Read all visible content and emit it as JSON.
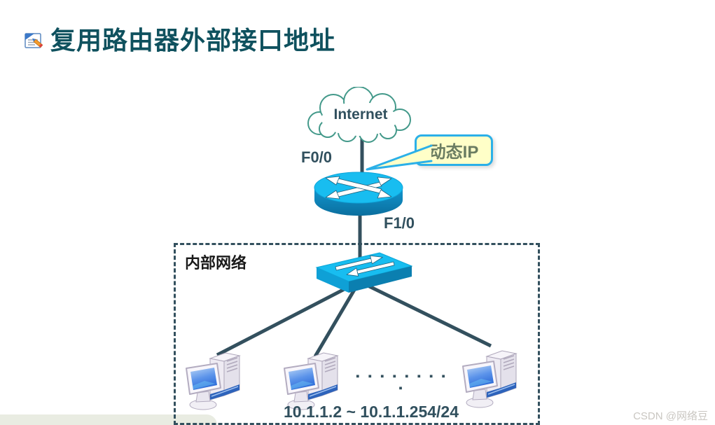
{
  "slide": {
    "title": "复用路由器外部接口地址",
    "watermark": "CSDN @网络豆"
  },
  "diagram": {
    "cloud_label": "Internet",
    "wan_interface_label": "F0/0",
    "lan_interface_label": "F1/0",
    "callout_label": "动态IP",
    "zone_label": "内部网络",
    "more_hosts_ellipsis": "▪ ▪ ▪ ▪ ▪ ▪ ▪ ▪ ▪",
    "ip_range_label": "10.1.1.2 ~ 10.1.1.254/24",
    "colors": {
      "title": "#0f515e",
      "label": "#31505e",
      "line": "#33505e",
      "cloud_outline": "#43998a",
      "callout_bg": "#ffffc8",
      "callout_border": "#2bb0e8",
      "callout_text": "#6b7d62",
      "device_cyan": "#18bdf0",
      "device_blue": "#0d86c0"
    }
  }
}
